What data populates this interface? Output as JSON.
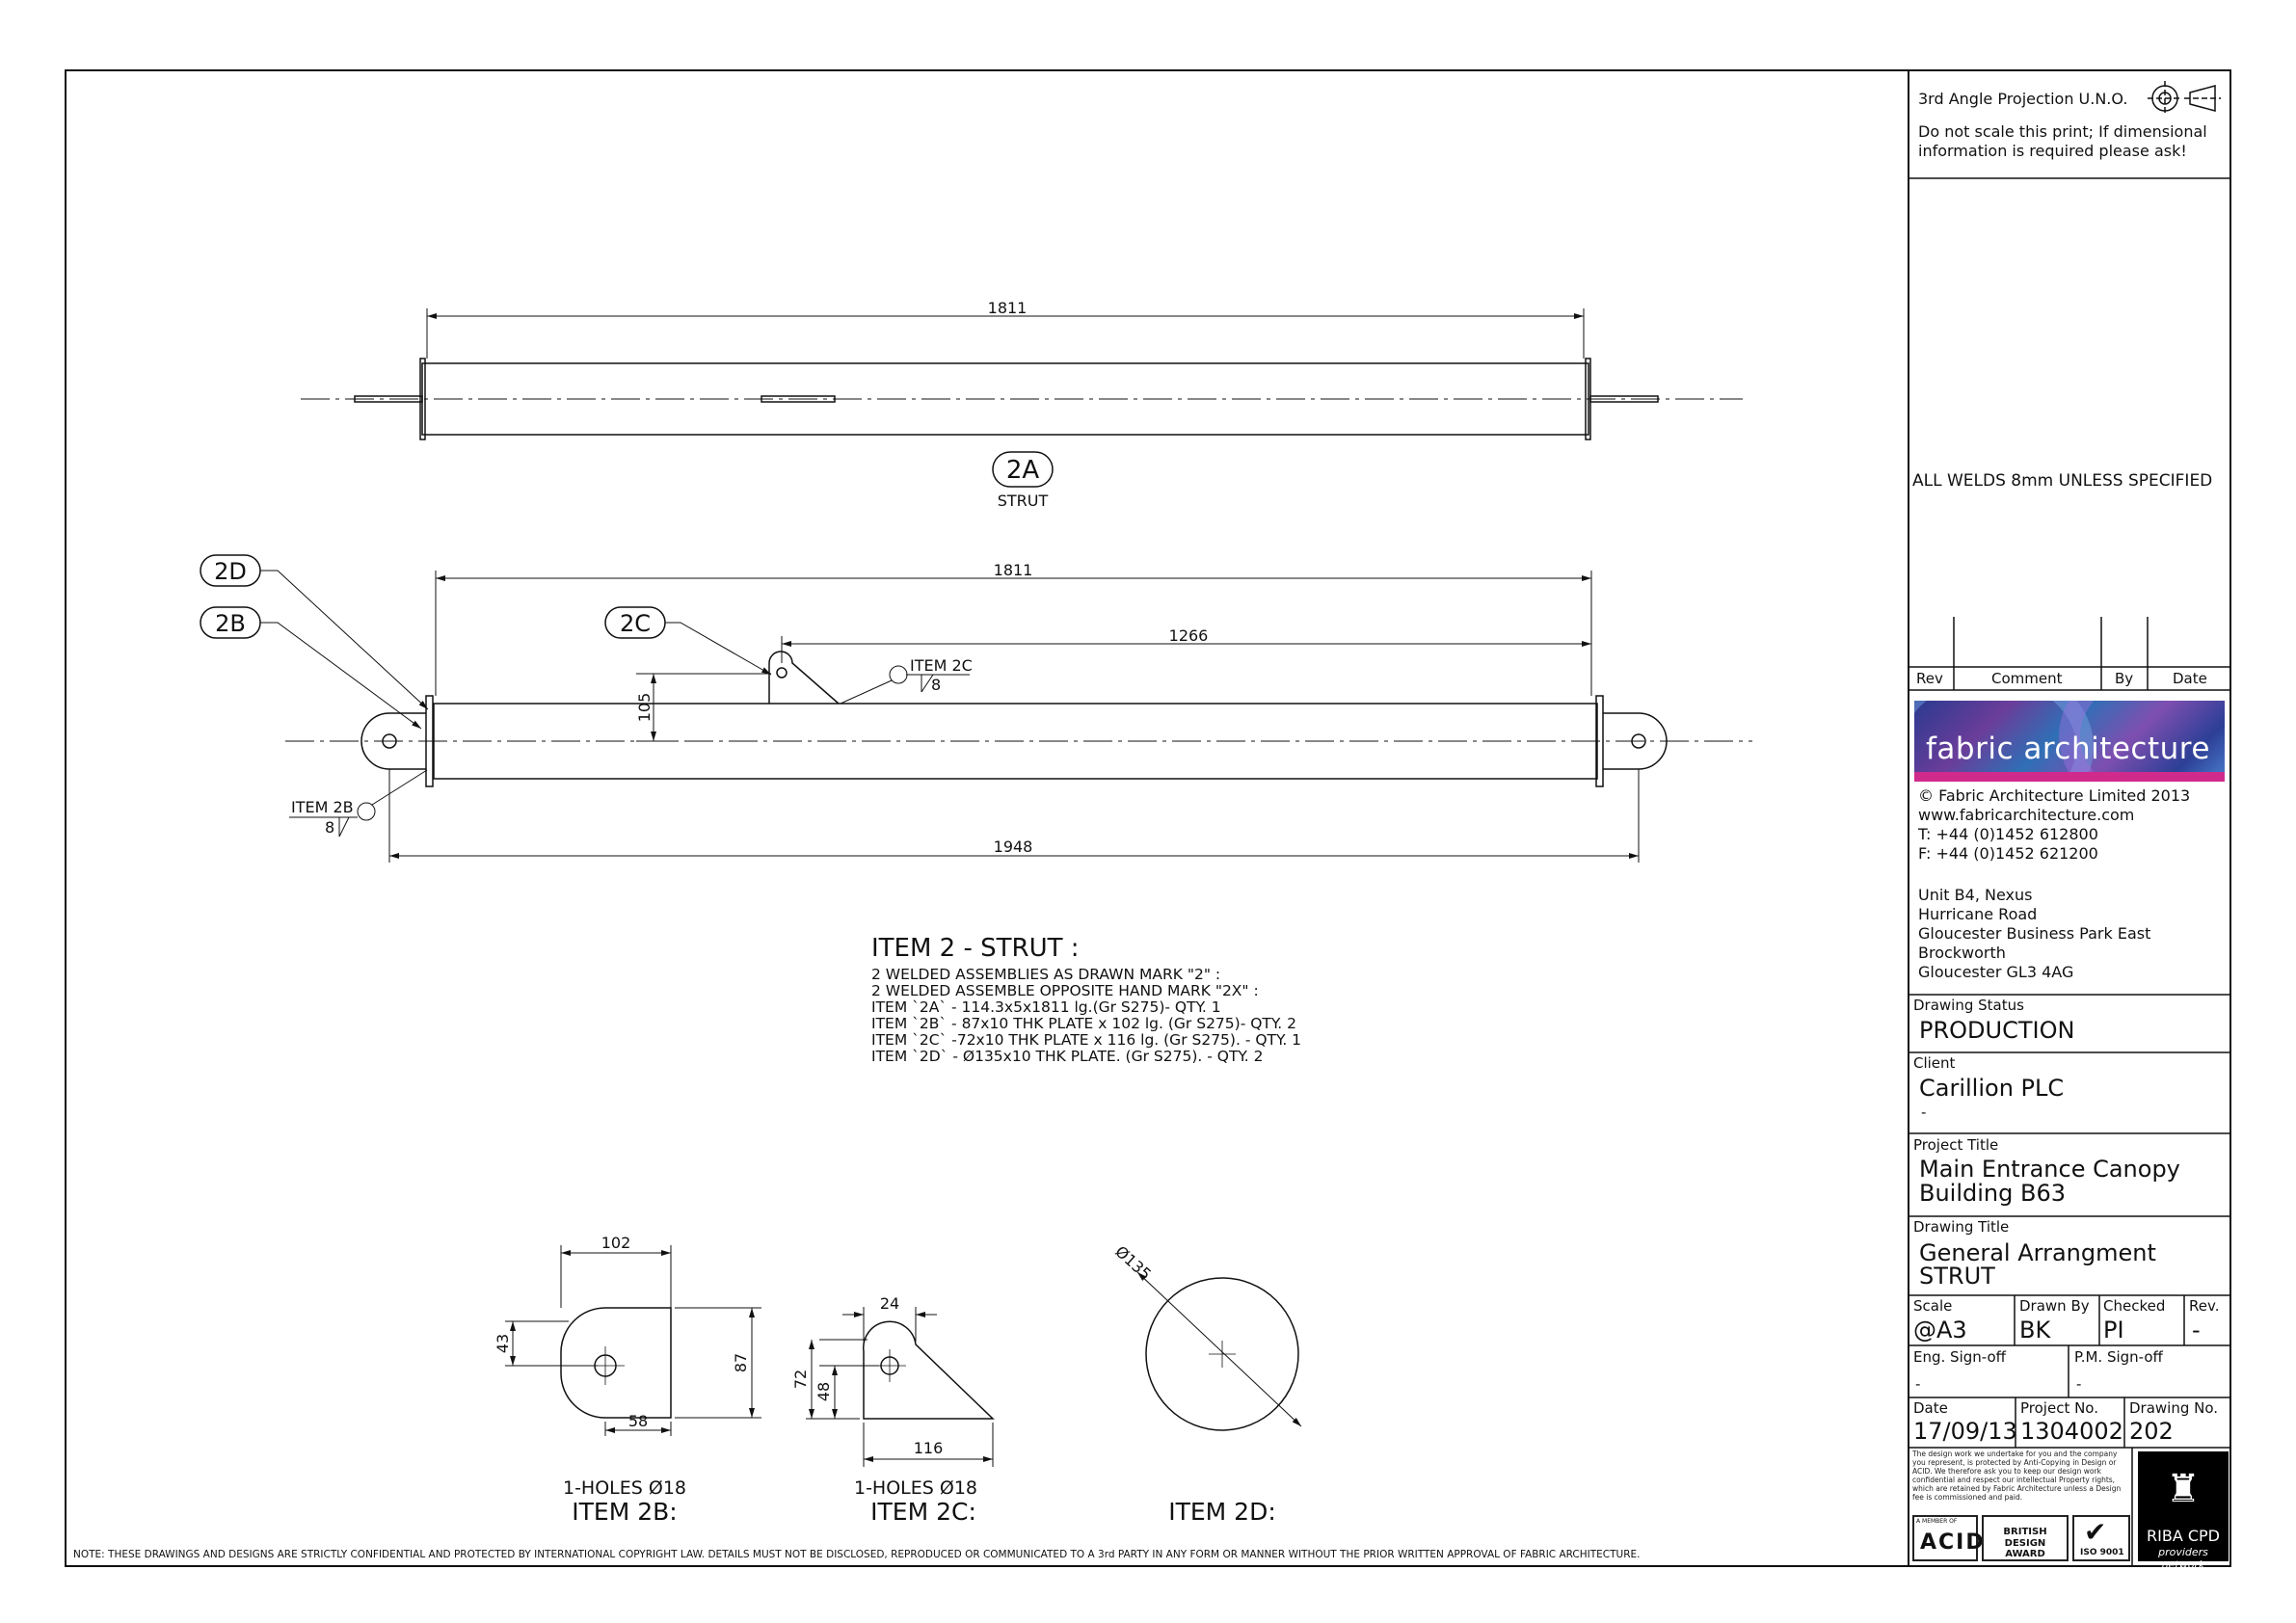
{
  "title_block": {
    "projection": "3rd Angle Projection U.N.O.",
    "scale_note_1": "Do not scale this print; If dimensional",
    "scale_note_2": "information is required please ask!",
    "welds_note": "ALL WELDS 8mm UNLESS SPECIFIED",
    "rev_headers": {
      "rev": "Rev",
      "comment": "Comment",
      "by": "By",
      "date": "Date"
    },
    "company": {
      "logo_text": "fabric architecture",
      "copyright": "© Fabric Architecture Limited 2013",
      "website": "www.fabricarchitecture.com",
      "tel": "T: +44 (0)1452 612800",
      "fax": "F: +44 (0)1452 621200",
      "address": [
        "Unit B4, Nexus",
        "Hurricane Road",
        "Gloucester Business Park East",
        "Brockworth",
        "Gloucester GL3 4AG"
      ]
    },
    "drawing_status_label": "Drawing Status",
    "drawing_status": "PRODUCTION",
    "client_label": "Client",
    "client": "Carillion PLC",
    "client_2": "-",
    "project_title_label": "Project Title",
    "project_title_1": "Main Entrance Canopy",
    "project_title_2": "Building B63",
    "drawing_title_label": "Drawing Title",
    "drawing_title_1": "General Arrangment",
    "drawing_title_2": "STRUT",
    "scale_label": "Scale",
    "scale": "@A3",
    "drawn_by_label": "Drawn By",
    "drawn_by": "BK",
    "checked_label": "Checked",
    "checked": "PI",
    "rev_label": "Rev.",
    "rev": "-",
    "eng_signoff_label": "Eng. Sign-off",
    "eng_signoff": "-",
    "pm_signoff_label": "P.M. Sign-off",
    "pm_signoff": "-",
    "date_label": "Date",
    "date": "17/09/13",
    "project_no_label": "Project No.",
    "project_no": "1304002",
    "drawing_no_label": "Drawing No.",
    "drawing_no": "202",
    "legal_small": "The design work we undertake for you and the company you represent, is protected by Anti-Copying in Design or ACID. We therefore ask you to keep our design work confidential and respect our intellectual Property rights, which are retained by Fabric Architecture unless a Design fee is commissioned and paid.",
    "acid_label": "ACID",
    "acid_sub": "A MEMBER OF",
    "british_design": "BRITISH DESIGN AWARD",
    "iso": "ISO 9001",
    "riba_1": "RIBA CPD",
    "riba_2": "providers network"
  },
  "drawing": {
    "view_2a": {
      "dimension": "1811",
      "balloon": "2A",
      "caption": "STRUT"
    },
    "view_side": {
      "dim_overall_tube": "1811",
      "dim_2c_offset": "1266",
      "dim_height": "105",
      "dim_overall": "1948",
      "balloon_2d": "2D",
      "balloon_2b": "2B",
      "balloon_2c": "2C",
      "weld_2c_label": "ITEM 2C",
      "weld_2c_size": "8",
      "weld_2b_label": "ITEM 2B",
      "weld_2b_size": "8"
    },
    "notes": {
      "heading": "ITEM 2 - STRUT :",
      "lines": [
        "2 WELDED ASSEMBLIES AS DRAWN MARK \"2\" :",
        "2 WELDED ASSEMBLE OPPOSITE HAND MARK \"2X\" :",
        "ITEM `2A` - 114.3x5x1811 lg.(Gr S275)- QTY. 1",
        "ITEM `2B` - 87x10 THK PLATE x 102 lg. (Gr S275)- QTY. 2",
        "ITEM `2C` -72x10 THK PLATE x 116 lg. (Gr S275). - QTY. 1",
        "ITEM `2D` -  Ø135x10 THK PLATE. (Gr S275). - QTY. 2"
      ]
    },
    "item_2b": {
      "dim_width": "102",
      "dim_hole_h": "43",
      "dim_height": "87",
      "dim_bottom": "58",
      "holes": "1-HOLES Ø18",
      "title": "ITEM 2B:"
    },
    "item_2c": {
      "dim_top": "24",
      "dim_h1": "72",
      "dim_h2": "48",
      "dim_bottom": "116",
      "holes": "1-HOLES Ø18",
      "title": "ITEM 2C:"
    },
    "item_2d": {
      "dim_dia": "Ø135",
      "title": "ITEM 2D:"
    },
    "footer_note": "NOTE: THESE DRAWINGS AND DESIGNS ARE STRICTLY CONFIDENTIAL AND PROTECTED BY INTERNATIONAL COPYRIGHT LAW. DETAILS MUST NOT BE DISCLOSED, REPRODUCED OR COMMUNICATED TO A 3rd PARTY IN ANY FORM OR MANNER WITHOUT THE PRIOR WRITTEN APPROVAL OF FABRIC ARCHITECTURE."
  },
  "colors": {
    "line": "#111111",
    "logo_accent": "#d02a8c",
    "logo_blue": "#2f6fb5"
  }
}
